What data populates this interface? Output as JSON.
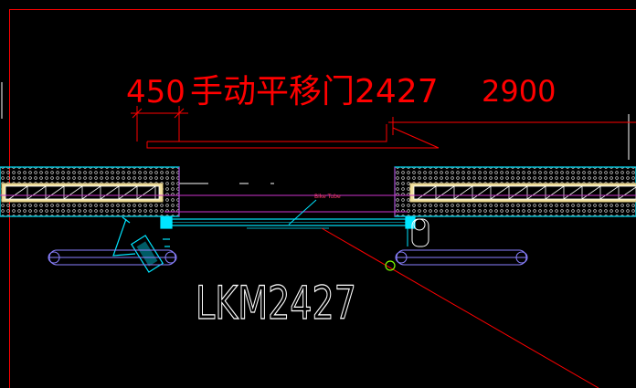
{
  "drawing": {
    "dimension_text": "450",
    "door_title": "手动平移门2427",
    "overall_width": "2900",
    "tube_label": "Bike Tube",
    "door_code": "LKM2427"
  },
  "colors": {
    "background": "#000000",
    "frame": "#ff0000",
    "wall_outline": "#00e5ff",
    "insulation": "#f2e2a0",
    "hatch": "#ffffff",
    "rail": "#cc33cc",
    "guide_track": "#8a80ff",
    "door_code_text": "#ffffff",
    "marker": "#7cfc00"
  }
}
